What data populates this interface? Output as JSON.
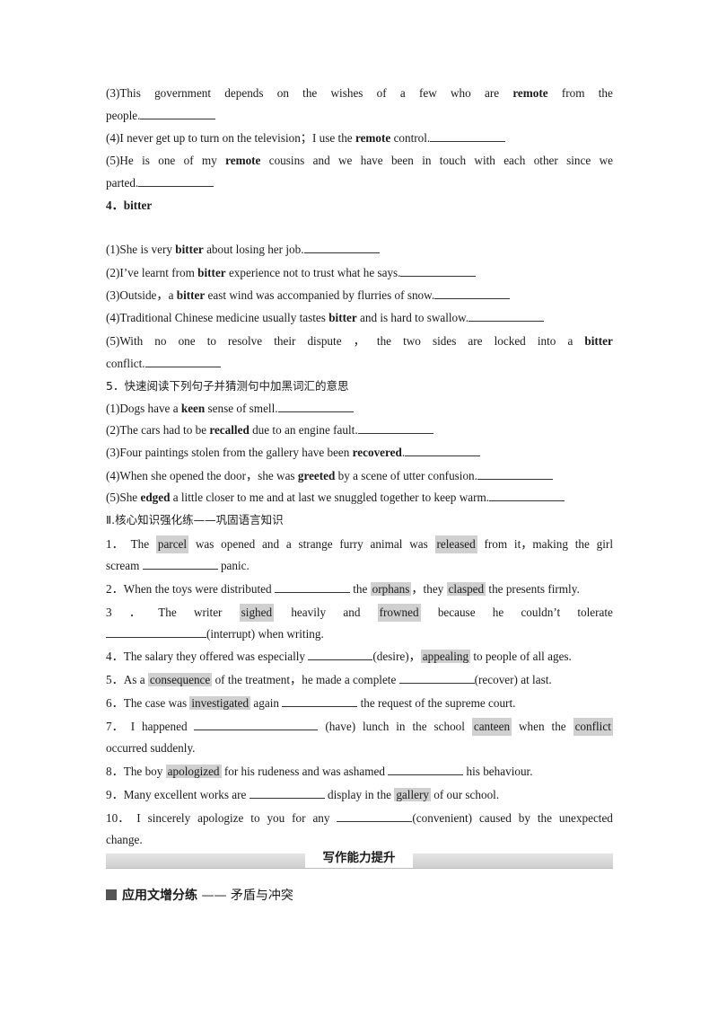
{
  "s3": {
    "l3": {
      "a": "(3)This",
      "b": "government",
      "c": "depends",
      "d": "on",
      "e": "the",
      "f": "wishes",
      "g": "of",
      "h": "a",
      "i": "few",
      "j": "who",
      "k": "are",
      "kw": "remote",
      "m": "from",
      "n": "the",
      "cont": "people."
    },
    "l4": {
      "pre": "(4)I never get up to turn on the television；I use the ",
      "kw": "remote",
      "post": " control."
    },
    "l5": {
      "a": "(5)He",
      "b": "is",
      "c": "one",
      "d": "of",
      "e": "my",
      "kw": "remote",
      "f": "cousins",
      "g": "and",
      "h": "we",
      "i": "have",
      "j": "been",
      "k": "in",
      "l": "touch",
      "m": "with",
      "n": "each",
      "o": "other",
      "p": "since",
      "q": "we",
      "cont": "parted."
    },
    "h4": "4．bitter"
  },
  "s4": {
    "l1": {
      "pre": "(1)She is very ",
      "kw": "bitter",
      "post": " about losing her job."
    },
    "l2": {
      "pre": "(2)I’ve learnt from ",
      "kw": "bitter",
      "post": " experience not to trust what he says."
    },
    "l3": {
      "pre": "(3)Outside，a ",
      "kw": "bitter",
      "post": " east wind was accompanied by flurries of snow."
    },
    "l4": {
      "pre": "(4)Traditional Chinese medicine usually tastes ",
      "kw": "bitter",
      "post": " and is hard to swallow."
    },
    "l5": {
      "a": "(5)With",
      "b": "no",
      "c": "one",
      "d": "to",
      "e": "resolve",
      "f": "their",
      "g": "dispute",
      "h": "，",
      "i": "the",
      "j": "two",
      "k": "sides",
      "l": "are",
      "m": "locked",
      "n": "into",
      "o": "a",
      "kw": "bitter",
      "cont": "conflict."
    }
  },
  "s5": {
    "heading": "5．快速阅读下列句子并猜测句中加黑词汇的意思",
    "l1": {
      "pre": "(1)Dogs have a ",
      "kw": "keen",
      "post": " sense of smell."
    },
    "l2": {
      "pre": "(2)The cars had to be ",
      "kw": "recalled",
      "post": " due to an engine fault."
    },
    "l3": {
      "pre": "(3)Four paintings stolen from the gallery have been ",
      "kw": "recovered",
      "post": "."
    },
    "l4": {
      "pre": "(4)When she opened the door，she was ",
      "kw": "greeted",
      "post": " by a scene of utter confusion."
    },
    "l5": {
      "pre": "(5)She ",
      "kw": "edged",
      "post": " a little closer to me and at last we snuggled together to keep warm."
    }
  },
  "part2": {
    "heading": "Ⅱ.核心知识强化练——巩固语言知识",
    "q1": {
      "a": "1．",
      "b": "The",
      "hl1": "parcel",
      "c": "was",
      "d": "opened",
      "e": "and",
      "f": "a",
      "g": "strange",
      "h": "furry",
      "i": "animal",
      "j": "was",
      "hl2": "released",
      "k": "from",
      "l": "it，making",
      "m": "the",
      "n": "girl",
      "cont": "scream ",
      "cont2": " panic."
    },
    "q2": {
      "pre": "2．When the toys were distributed ",
      "mid": " the ",
      "hl1": "orphans",
      "mid2": "，they ",
      "hl2": "clasped",
      "post": " the presents firmly."
    },
    "q3": {
      "a": "3",
      "b": "．",
      "c": "The",
      "d": "writer",
      "hl1": "sighed",
      "e": "heavily",
      "f": "and",
      "hl2": "frowned",
      "g": "because",
      "h": "he",
      "i": "couldn’t",
      "j": "tolerate",
      "cont": "(interrupt) when writing."
    },
    "q4": {
      "pre": "4．The salary they offered was especially ",
      "mid": "(desire)，",
      "hl": "appealing",
      "post": " to people of all ages."
    },
    "q5": {
      "pre": "5．As a ",
      "hl": "consequence",
      "mid": " of the treatment，he made a complete ",
      "post": "(recover) at last."
    },
    "q6": {
      "pre": "6．The case was ",
      "hl": "investigated",
      "mid": " again ",
      "post": " the request of the supreme court."
    },
    "q7": {
      "a": "7．",
      "b": "I",
      "c": "happened",
      "d": "(have)",
      "e": "lunch",
      "f": "in",
      "g": "the",
      "h": "school",
      "hl1": "canteen",
      "i": "when",
      "j": "the",
      "hl2": "conflict",
      "cont": "occurred suddenly."
    },
    "q8": {
      "pre": "8．The boy ",
      "hl": "apologized",
      "mid": " for his rudeness and was ashamed ",
      "post": " his behaviour."
    },
    "q9": {
      "pre": "9．Many excellent works are ",
      "mid": " display in the ",
      "hl": "gallery",
      "post": " of our school."
    },
    "q10": {
      "a": "10．",
      "b": "I",
      "c": "sincerely",
      "d": "apologize",
      "e": "to",
      "f": "you",
      "g": "for",
      "h": "any",
      "i": "(convenient)",
      "j": "caused",
      "k": "by",
      "l": "the",
      "m": "unexpected",
      "cont": "change."
    }
  },
  "banner": "写作能力提升",
  "subsection": {
    "main": "应用文增分练",
    "dash": "——",
    "topic": "矛盾与冲突"
  }
}
